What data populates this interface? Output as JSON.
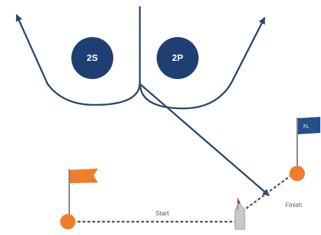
{
  "colors": {
    "path": "#2c4770",
    "mark_fill": "#1e3f73",
    "mark_text": "#ffffff",
    "start_flag": "#ee7d2c",
    "finish_flag": "#244f8a",
    "buoy": "#ee7d2c",
    "line": "#555555",
    "text": "#555555",
    "boat": "#c8c8c8",
    "sail": "#cc2233"
  },
  "marks": [
    {
      "label": "2S"
    },
    {
      "label": "2P"
    }
  ],
  "start_label": "Start",
  "finish_label": "Finish",
  "finish_flag_label": "FL"
}
